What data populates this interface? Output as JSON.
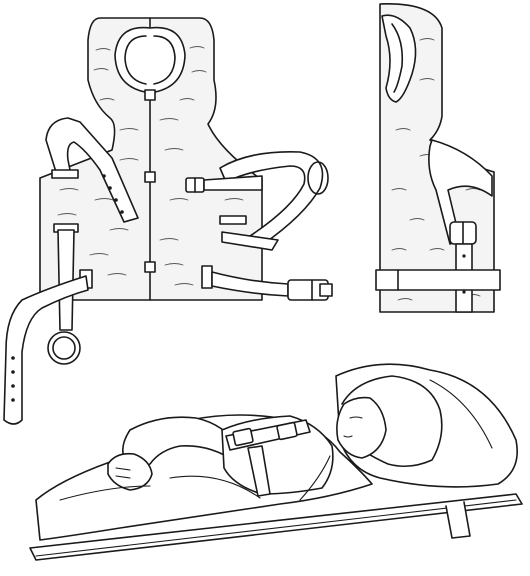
{
  "figure": {
    "panels": [
      "vest-front-view",
      "vest-side-view",
      "patient-on-stretcher"
    ],
    "ink_color": "#1a1a1a",
    "background_color": "#ffffff"
  }
}
